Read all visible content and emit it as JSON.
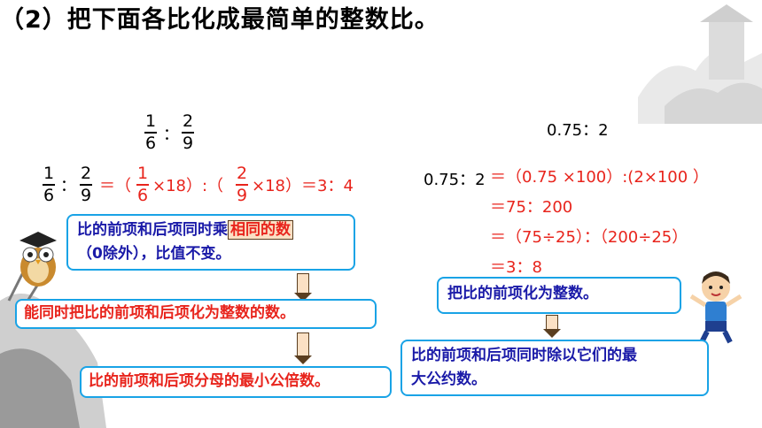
{
  "title": "（2）把下面各比化成最简单的整数比。",
  "left": {
    "problem": {
      "a_num": "1",
      "a_den": "6",
      "sep": "：",
      "b_num": "2",
      "b_den": "9"
    },
    "solution": {
      "a_num": "1",
      "a_den": "6",
      "sep": "：",
      "b_num": "2",
      "b_den": "9",
      "eq_open": "＝（",
      "m_a_num": "1",
      "m_a_den": "6",
      "mult1": "×18）:（",
      "m_b_num": "2",
      "m_b_den": "9",
      "mult2": "×18）＝3：4"
    },
    "callout": {
      "pre": "比的前项和后项同时乘",
      "highlight": "相同的数",
      "line2": "（0除外），比值不变。"
    },
    "box2": "能同时把比的前项和后项化为整数的数。",
    "box3": "比的前项和后项分母的最小公倍数。"
  },
  "right": {
    "problem": "0.75：2",
    "sol_lhs": "0.75：2",
    "sol_lines": [
      "＝（0.75 ×100）:(2×100 ）",
      "＝75：200",
      "＝（75÷25）：（200÷25）",
      "＝3：8"
    ],
    "callout": "把比的前项化为整数。",
    "box2_line1": "比的前项和后项同时除以它们的最",
    "box2_line2": "大公约数。"
  },
  "colors": {
    "red": "#e8241c",
    "blue_border": "#19a3e6",
    "blue_text": "#1a1aa8"
  }
}
